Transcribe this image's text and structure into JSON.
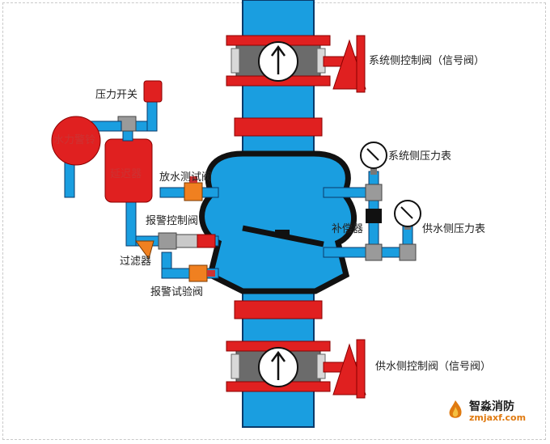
{
  "labels": {
    "system_control_valve": "系统侧控制阀（信号阀）",
    "pressure_switch": "压力开关",
    "hydraulic_alarm": "水力警铃",
    "retarding_chamber": "延迟器",
    "drain_test_valve": "放水测试阀",
    "system_pressure_gauge": "系统侧压力表",
    "alarm_control_valve": "报警控制阀",
    "compensator": "补偿器",
    "supply_pressure_gauge": "供水侧压力表",
    "filter": "过滤器",
    "alarm_test_valve": "报警试验阀",
    "supply_control_valve": "供水侧控制阀（信号阀）"
  },
  "logo": {
    "name": "智淼消防",
    "domain": "zmjaxf.com"
  },
  "colors": {
    "pipe_blue": "#1a9ee0",
    "pipe_outline": "#0a3a6a",
    "flange_red": "#e02020",
    "body_black": "#111111",
    "fitting_grey": "#9a9a9a",
    "valve_orange": "#f08020"
  }
}
